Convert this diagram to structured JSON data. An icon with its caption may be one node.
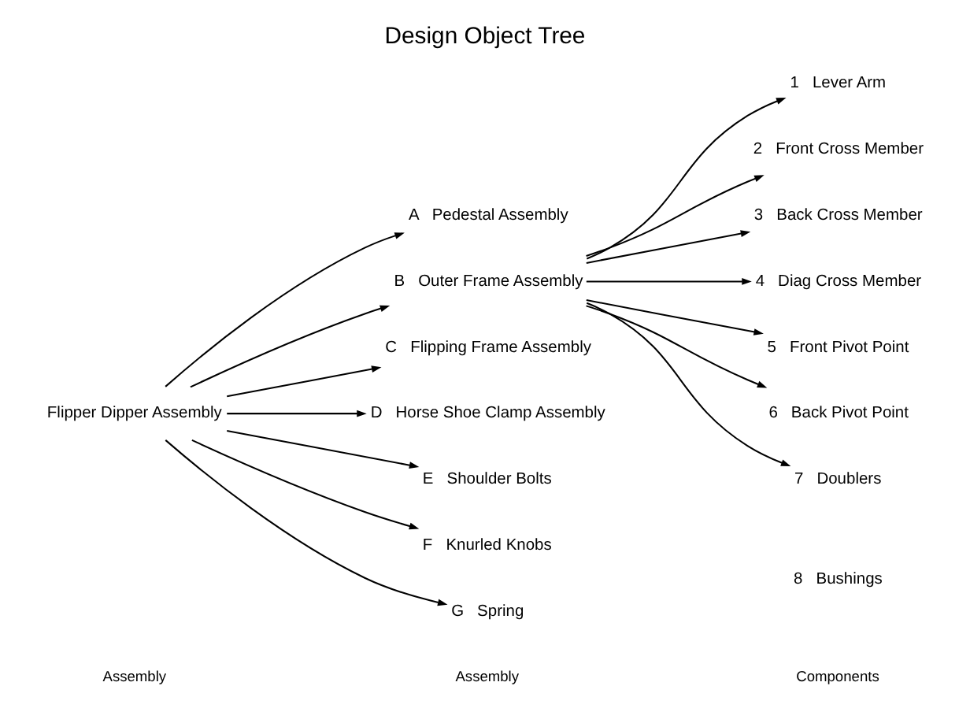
{
  "diagram": {
    "title": "Design Object Tree",
    "nodes": [
      {
        "text": [
          "Flipper Dipper Assembly"
        ]
      },
      {
        "text": [
          "A",
          "Pedestal Assembly"
        ]
      },
      {
        "text": [
          "B",
          "Outer Frame Assembly"
        ]
      },
      {
        "text": [
          "C",
          "Flipping Frame Assembly"
        ]
      },
      {
        "text": [
          "D",
          "Horse Shoe Clamp Assembly"
        ]
      },
      {
        "text": [
          "E",
          "Shoulder Bolts"
        ]
      },
      {
        "text": [
          "F",
          "Knurled Knobs"
        ]
      },
      {
        "text": [
          "G",
          "Spring"
        ]
      },
      {
        "text": [
          "1",
          "Lever Arm"
        ]
      },
      {
        "text": [
          "2",
          "Front Cross Member"
        ]
      },
      {
        "text": [
          "3",
          "Back Cross Member"
        ]
      },
      {
        "text": [
          "4",
          "Diag Cross Member"
        ]
      },
      {
        "text": [
          "5",
          "Front Pivot Point"
        ]
      },
      {
        "text": [
          "6",
          "Back Pivot Point"
        ]
      },
      {
        "text": [
          "7",
          "Doublers"
        ]
      },
      {
        "text": [
          "8",
          "Bushings"
        ]
      }
    ],
    "edges": [
      {
        "from": 0,
        "to": 1,
        "arrow": "to"
      },
      {
        "from": 0,
        "to": 2,
        "arrow": "to"
      },
      {
        "from": 0,
        "to": 3,
        "arrow": "to"
      },
      {
        "from": 0,
        "to": 4,
        "arrow": "to"
      },
      {
        "from": 0,
        "to": 5,
        "arrow": "to"
      },
      {
        "from": 0,
        "to": 6,
        "arrow": "to"
      },
      {
        "from": 0,
        "to": 7,
        "arrow": "to"
      },
      {
        "from": 2,
        "to": 8,
        "arrow": "to"
      },
      {
        "from": 2,
        "to": 9,
        "arrow": "to"
      },
      {
        "from": 2,
        "to": 10,
        "arrow": "to"
      },
      {
        "from": 2,
        "to": 11,
        "arrow": "to"
      },
      {
        "from": 2,
        "to": 12,
        "arrow": "to"
      },
      {
        "from": 2,
        "to": 13,
        "arrow": "to"
      },
      {
        "from": 2,
        "to": 14,
        "arrow": "to"
      }
    ],
    "labels": [
      "Assembly",
      "Assembly",
      "Components"
    ]
  }
}
